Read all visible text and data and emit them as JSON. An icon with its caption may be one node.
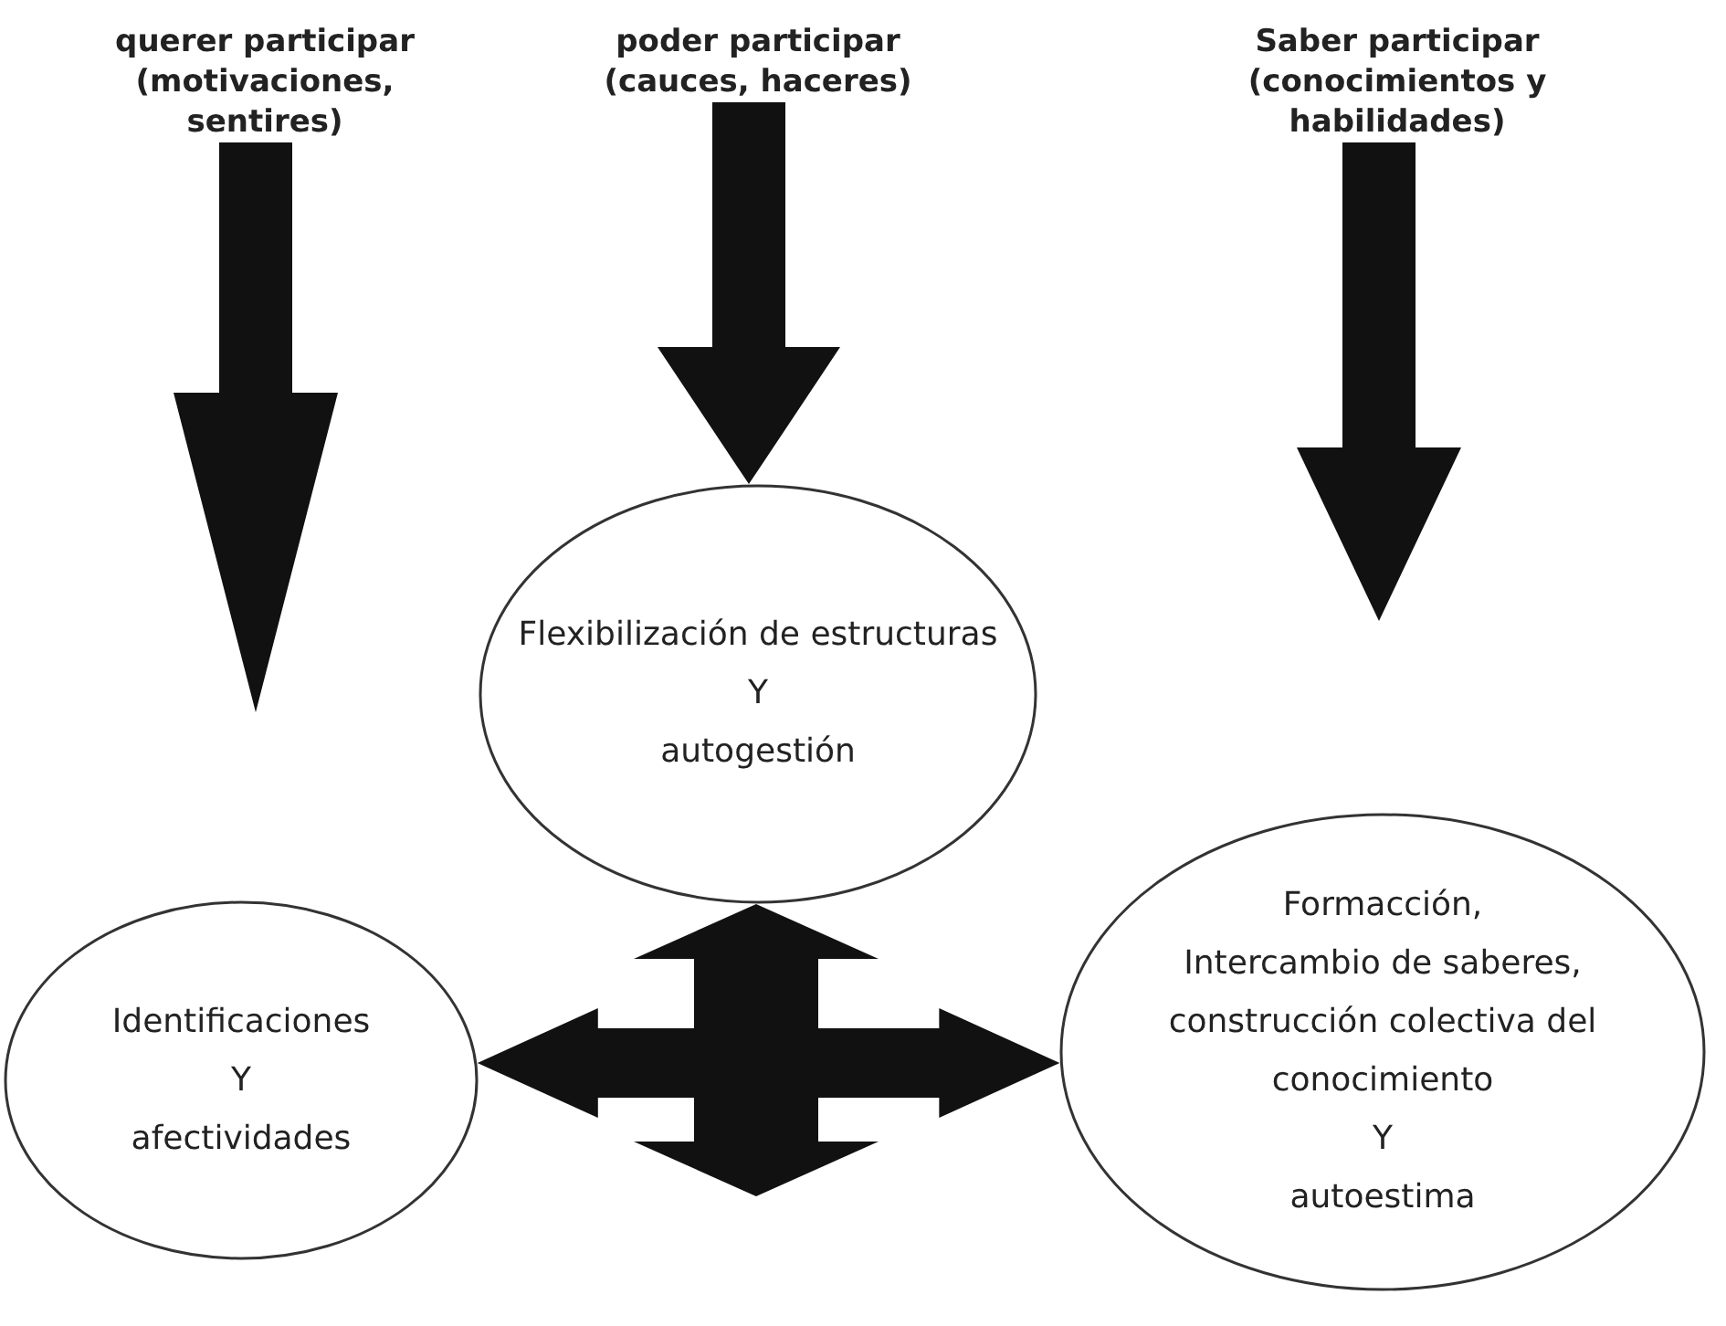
{
  "diagram": {
    "nodes": [
      {
        "text": [
          "querer participar (motivaciones, sentires)"
        ]
      },
      {
        "text": [
          "poder participar (cauces, haceres)"
        ]
      },
      {
        "text": [
          "Saber participar (conocimientos y habilidades)"
        ]
      },
      {
        "text": [
          "Flexibilización de estructuras",
          "Y",
          "autogestión"
        ]
      },
      {
        "text": [
          "Identificaciones",
          "Y",
          "afectividades"
        ]
      },
      {
        "text": [
          "Formacción,",
          "Intercambio de saberes, construcción colectiva del conocimiento",
          "Y",
          "autoestima"
        ]
      }
    ],
    "edges": [
      {
        "from": 0,
        "to": null,
        "arrow": "to"
      },
      {
        "from": 1,
        "to": 3,
        "arrow": "to"
      },
      {
        "from": 2,
        "to": null,
        "arrow": "to"
      },
      {
        "from": 4,
        "to": 5,
        "arrow": "both"
      },
      {
        "from": null,
        "to": 3,
        "arrow": "both"
      }
    ]
  }
}
